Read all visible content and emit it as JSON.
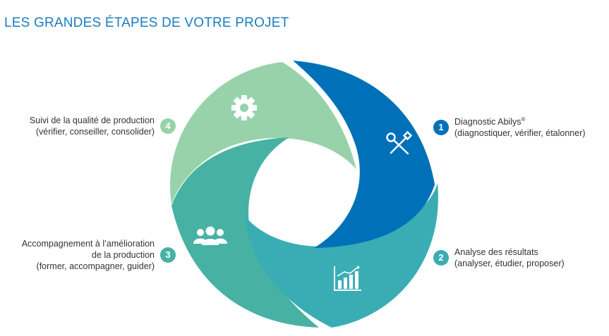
{
  "title": "LES GRANDES ÉTAPES DE VOTRE PROJET",
  "colors": {
    "title": "#1b7cc1",
    "step1": "#0071b9",
    "step2": "#3aadb4",
    "step3": "#47b2a4",
    "step4": "#98d2aa"
  },
  "steps": [
    {
      "number": "1",
      "name": "Diagnostic Abilys",
      "mark": "®",
      "detail": "(diagnostiquer, vérifier, étalonner)",
      "icon": "tools-icon"
    },
    {
      "number": "2",
      "name": "Analyse des résultats",
      "detail": "(analyser, étudier, proposer)",
      "icon": "bar-chart-icon"
    },
    {
      "number": "3",
      "name_line1": "Accompagnement à l’amélioration",
      "name_line2": "de la production",
      "detail": "(former, accompagner, guider)",
      "icon": "people-icon"
    },
    {
      "number": "4",
      "name": "Suivi de la qualité de production",
      "detail": "(vérifier, conseiller, consolider)",
      "icon": "gear-icon"
    }
  ]
}
